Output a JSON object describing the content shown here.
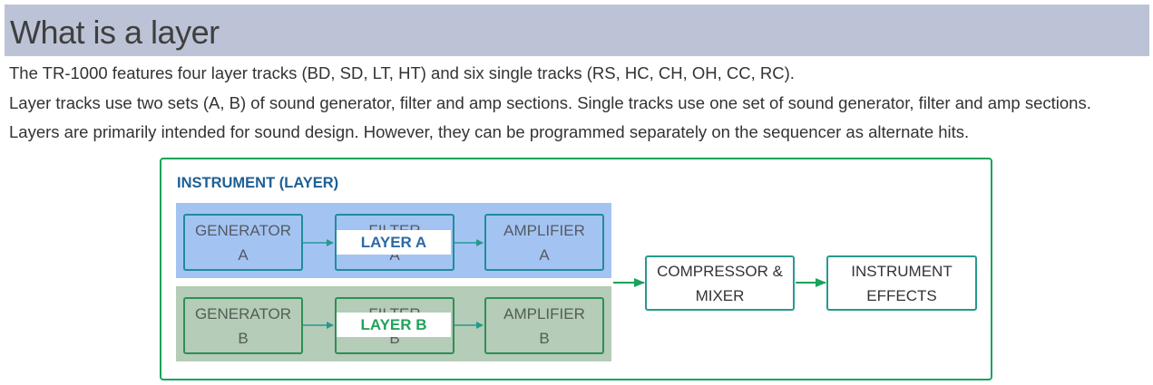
{
  "header": {
    "title": "What is a layer"
  },
  "paragraphs": [
    "The TR-1000 features four layer tracks (BD, SD, LT, HT) and six single tracks (RS, HC, CH, OH, CC, RC).",
    "Layer tracks use two sets (A, B) of sound generator, filter and amp sections. Single tracks use one set of sound generator, filter and amp sections.",
    "Layers are primarily intended for sound design. However, they can be programmed separately on the sequencer as alternate hits."
  ],
  "diagram": {
    "title": "INSTRUMENT (LAYER)",
    "layer_a": {
      "label": "LAYER A",
      "generator": [
        "GENERATOR",
        "A"
      ],
      "filter": [
        "FILTER",
        "A"
      ],
      "amplifier": [
        "AMPLIFIER",
        "A"
      ]
    },
    "layer_b": {
      "label": "LAYER B",
      "generator": [
        "GENERATOR",
        "B"
      ],
      "filter": [
        "FILTER",
        "B"
      ],
      "amplifier": [
        "AMPLIFIER",
        "B"
      ]
    },
    "compressor": [
      "COMPRESSOR &",
      "MIXER"
    ],
    "effects": [
      "INSTRUMENT",
      "EFFECTS"
    ]
  },
  "colors": {
    "header_bg": "#bcc3d6",
    "frame_green": "#17a35a",
    "title_blue": "#1d5f94",
    "layer_a_bg": "#a3c4f3",
    "layer_b_bg": "#b4ccb8",
    "layer_a_label": "#2b6aa5",
    "layer_b_label": "#22a25c",
    "arrow": "#26998e"
  }
}
